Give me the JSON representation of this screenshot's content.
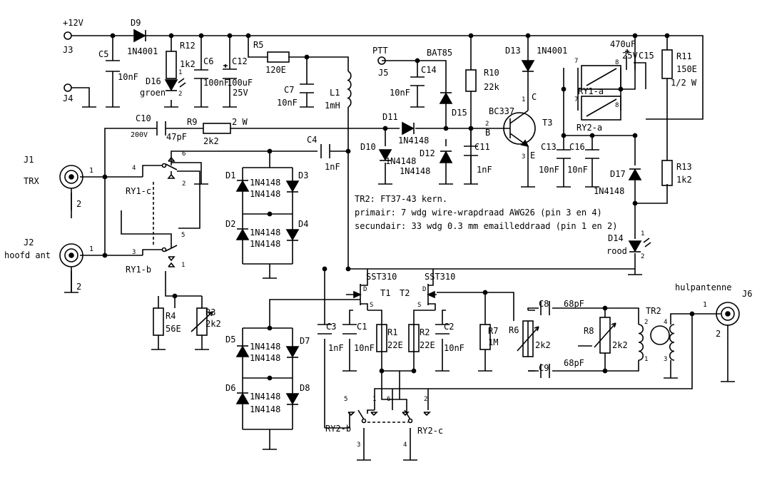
{
  "nets": {
    "vcc": "+12V",
    "ptt": "PTT",
    "aux_ant": "hulpantenne"
  },
  "connectors": {
    "J1": {
      "ref": "J1",
      "name": "TRX",
      "pin1": "1",
      "pin2": "2"
    },
    "J2": {
      "ref": "J2",
      "name": "hoofd ant",
      "pin1": "1",
      "pin2": "2"
    },
    "J3": {
      "ref": "J3"
    },
    "J4": {
      "ref": "J4"
    },
    "J5": {
      "ref": "J5"
    },
    "J6": {
      "ref": "J6",
      "pin1": "1",
      "pin2": "2"
    }
  },
  "resistors": {
    "R1": {
      "ref": "R1",
      "value": "22E"
    },
    "R2": {
      "ref": "R2",
      "value": "22E"
    },
    "R3": {
      "ref": "R3",
      "value": "2k2"
    },
    "R4": {
      "ref": "R4",
      "value": "56E"
    },
    "R5": {
      "ref": "R5",
      "value": "120E"
    },
    "R6": {
      "ref": "R6",
      "value": "2k2"
    },
    "R7": {
      "ref": "R7",
      "value": "1M"
    },
    "R8": {
      "ref": "R8",
      "value": "2k2"
    },
    "R9": {
      "ref": "R9",
      "value": "2k2",
      "power": "2 W"
    },
    "R10": {
      "ref": "R10",
      "value": "22k"
    },
    "R11": {
      "ref": "R11",
      "value": "150E",
      "power": "1/2 W"
    },
    "R12": {
      "ref": "R12",
      "value": "1k2"
    },
    "R13": {
      "ref": "R13",
      "value": "1k2"
    }
  },
  "capacitors": {
    "C1": {
      "ref": "C1",
      "value": "10nF"
    },
    "C2": {
      "ref": "C2",
      "value": "10nF"
    },
    "C3": {
      "ref": "C3",
      "value": "1nF"
    },
    "C4": {
      "ref": "C4",
      "value": "1nF"
    },
    "C5": {
      "ref": "C5",
      "value": "10nF"
    },
    "C6": {
      "ref": "C6",
      "value": "100nF"
    },
    "C7": {
      "ref": "C7",
      "value": "10nF"
    },
    "C8": {
      "ref": "C8",
      "value": "68pF"
    },
    "C9": {
      "ref": "C9",
      "value": "68pF"
    },
    "C10": {
      "ref": "C10",
      "value": "47pF",
      "rating": "200V"
    },
    "C11": {
      "ref": "C11",
      "value": "1nF"
    },
    "C12": {
      "ref": "C12",
      "value": "100uF",
      "rating": "25V"
    },
    "C13": {
      "ref": "C13",
      "value": "10nF"
    },
    "C14": {
      "ref": "C14",
      "value": "10nF"
    },
    "C15": {
      "ref": "C15",
      "value": "470uF",
      "rating": "25V"
    },
    "C16": {
      "ref": "C16",
      "value": "10nF"
    }
  },
  "diodes": {
    "D1": {
      "ref": "D1",
      "part": "1N4148"
    },
    "D2": {
      "ref": "D2",
      "part": "1N4148"
    },
    "D3": {
      "ref": "D3",
      "part": "1N4148"
    },
    "D4": {
      "ref": "D4",
      "part": "1N4148"
    },
    "D5": {
      "ref": "D5",
      "part": "1N4148"
    },
    "D6": {
      "ref": "D6",
      "part": "1N4148"
    },
    "D7": {
      "ref": "D7",
      "part": "1N4148"
    },
    "D8": {
      "ref": "D8",
      "part": "1N4148"
    },
    "D9": {
      "ref": "D9",
      "part": "1N4001"
    },
    "D10": {
      "ref": "D10",
      "part": "1N4148"
    },
    "D11": {
      "ref": "D11",
      "part": "1N4148"
    },
    "D12": {
      "ref": "D12",
      "part": "1N4148"
    },
    "D13": {
      "ref": "D13",
      "part": "1N4001"
    },
    "D14": {
      "ref": "D14",
      "part": "rood"
    },
    "D15": {
      "ref": "D15",
      "part": "BAT85"
    },
    "D16": {
      "ref": "D16",
      "part": "groen"
    },
    "D17": {
      "ref": "D17",
      "part": "1N4148"
    }
  },
  "inductors": {
    "L1": {
      "ref": "L1",
      "value": "1mH"
    }
  },
  "transistors": {
    "T1": {
      "ref": "T1",
      "part": "SST310",
      "pin_d": "D",
      "pin_s": "S"
    },
    "T2": {
      "ref": "T2",
      "part": "SST310",
      "pin_d": "D",
      "pin_s": "S"
    },
    "T3": {
      "ref": "T3",
      "part": "BC337",
      "pin_b": "B",
      "pin_c": "C",
      "pin_e": "E",
      "num_b": "2",
      "num_c": "1",
      "num_e": "3"
    }
  },
  "relays": {
    "RY1a": {
      "ref": "RY1-a",
      "p7": "7",
      "p8": "8"
    },
    "RY2a": {
      "ref": "RY2-a",
      "p7": "7",
      "p8": "8"
    },
    "RY1b": {
      "ref": "RY1-b",
      "p1": "1",
      "p3": "3",
      "p5": "5"
    },
    "RY1c": {
      "ref": "RY1-c",
      "p2": "2",
      "p4": "4",
      "p6": "6"
    },
    "RY2b": {
      "ref": "RY2-b",
      "p1": "1",
      "p3": "3",
      "p5": "5"
    },
    "RY2c": {
      "ref": "RY2-c",
      "p2": "2",
      "p4": "4",
      "p6": "6"
    }
  },
  "transformer": {
    "ref": "TR2",
    "p1": "1",
    "p2": "2",
    "p3": "3",
    "p4": "4"
  },
  "led_pins": {
    "one": "1",
    "two": "2"
  },
  "notes": [
    "TR2: FT37-43 kern.",
    "primair: 7 wdg wire-wrapdraad AWG26 (pin 3 en 4)",
    "secundair: 33 wdg 0.3 mm emailleddraad (pin 1 en 2)"
  ]
}
